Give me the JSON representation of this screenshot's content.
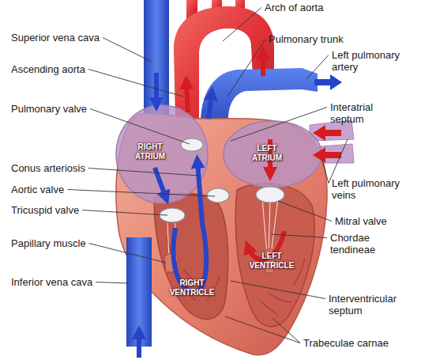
{
  "diagram": {
    "labels": [
      "Superior vena cava",
      "Arch of aorta",
      "Pulmonary trunk",
      "Left pulmonary artery",
      "Ascending aorta",
      "Pulmonary valve",
      "Interatrial septum",
      "RIGHT ATRIUM",
      "LEFT ATRIUM",
      "Conus arteriosis",
      "Aortic valve",
      "Left pulmonary veins",
      "Tricuspid valve",
      "Mitral valve",
      "Chordae tendineae",
      "Papillary muscle",
      "LEFT VENTRICLE",
      "Inferior vena cava",
      "RIGHT VENTRICLE",
      "Interventricular septum",
      "Trabeculae carnae"
    ]
  }
}
